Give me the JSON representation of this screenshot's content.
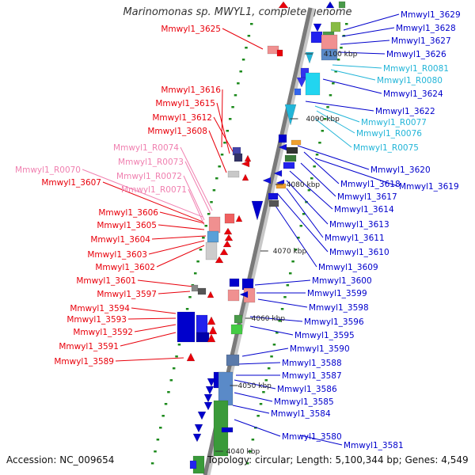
{
  "title": "Marinomonas sp. MWYL1, complete genome",
  "footer": {
    "accession": "Accession: NC_009654",
    "topology": "Topology: circular; Length: 5,100,344 bp; Genes: 4,549"
  },
  "colors": {
    "left_gene": "#e8000b",
    "left_rna": "#f080b0",
    "right_gene": "#0000cc",
    "right_rna": "#22b5d8",
    "backbone": "#808080"
  },
  "kbp_marks": [
    "4100 kbp",
    "4090 kbp",
    "4080 kbp",
    "4070 kbp",
    "4060 kbp",
    "4050 kbp",
    "4040 kbp"
  ],
  "left_labels": [
    {
      "text": "Mmwyl1_3625",
      "type": "gene"
    },
    {
      "text": "Mmwyl1_3616",
      "type": "gene"
    },
    {
      "text": "Mmwyl1_3615",
      "type": "gene"
    },
    {
      "text": "Mmwyl1_3612",
      "type": "gene"
    },
    {
      "text": "Mmwyl1_3608",
      "type": "gene"
    },
    {
      "text": "Mmwyl1_R0074",
      "type": "rna"
    },
    {
      "text": "Mmwyl1_R0073",
      "type": "rna"
    },
    {
      "text": "Mmwyl1_R0070",
      "type": "rna"
    },
    {
      "text": "Mmwyl1_R0072",
      "type": "rna"
    },
    {
      "text": "Mmwyl1_3607",
      "type": "gene"
    },
    {
      "text": "Mmwyl1_R0071",
      "type": "rna"
    },
    {
      "text": "Mmwyl1_3606",
      "type": "gene"
    },
    {
      "text": "Mmwyl1_3605",
      "type": "gene"
    },
    {
      "text": "Mmwyl1_3604",
      "type": "gene"
    },
    {
      "text": "Mmwyl1_3603",
      "type": "gene"
    },
    {
      "text": "Mmwyl1_3602",
      "type": "gene"
    },
    {
      "text": "Mmwyl1_3601",
      "type": "gene"
    },
    {
      "text": "Mmwyl1_3597",
      "type": "gene"
    },
    {
      "text": "Mmwyl1_3594",
      "type": "gene"
    },
    {
      "text": "Mmwyl1_3593",
      "type": "gene"
    },
    {
      "text": "Mmwyl1_3592",
      "type": "gene"
    },
    {
      "text": "Mmwyl1_3591",
      "type": "gene"
    },
    {
      "text": "Mmwyl1_3589",
      "type": "gene"
    }
  ],
  "right_labels": [
    {
      "text": "Mmwyl1_3629",
      "type": "gene"
    },
    {
      "text": "Mmwyl1_3628",
      "type": "gene"
    },
    {
      "text": "Mmwyl1_3627",
      "type": "gene"
    },
    {
      "text": "Mmwyl1_3626",
      "type": "gene"
    },
    {
      "text": "Mmwyl1_R0081",
      "type": "rna"
    },
    {
      "text": "Mmwyl1_R0080",
      "type": "rna"
    },
    {
      "text": "Mmwyl1_3624",
      "type": "gene"
    },
    {
      "text": "Mmwyl1_3622",
      "type": "gene"
    },
    {
      "text": "Mmwyl1_R0077",
      "type": "rna"
    },
    {
      "text": "Mmwyl1_R0076",
      "type": "rna"
    },
    {
      "text": "Mmwyl1_R0075",
      "type": "rna"
    },
    {
      "text": "Mmwyl1_3620",
      "type": "gene"
    },
    {
      "text": "Mmwyl1_3618",
      "type": "gene"
    },
    {
      "text": "Mmwyl1_3619",
      "type": "gene"
    },
    {
      "text": "Mmwyl1_3617",
      "type": "gene"
    },
    {
      "text": "Mmwyl1_3614",
      "type": "gene"
    },
    {
      "text": "Mmwyl1_3613",
      "type": "gene"
    },
    {
      "text": "Mmwyl1_3611",
      "type": "gene"
    },
    {
      "text": "Mmwyl1_3610",
      "type": "gene"
    },
    {
      "text": "Mmwyl1_3609",
      "type": "gene"
    },
    {
      "text": "Mmwyl1_3600",
      "type": "gene"
    },
    {
      "text": "Mmwyl1_3599",
      "type": "gene"
    },
    {
      "text": "Mmwyl1_3598",
      "type": "gene"
    },
    {
      "text": "Mmwyl1_3596",
      "type": "gene"
    },
    {
      "text": "Mmwyl1_3595",
      "type": "gene"
    },
    {
      "text": "Mmwyl1_3590",
      "type": "gene"
    },
    {
      "text": "Mmwyl1_3588",
      "type": "gene"
    },
    {
      "text": "Mmwyl1_3587",
      "type": "gene"
    },
    {
      "text": "Mmwyl1_3586",
      "type": "gene"
    },
    {
      "text": "Mmwyl1_3585",
      "type": "gene"
    },
    {
      "text": "Mmwyl1_3584",
      "type": "gene"
    },
    {
      "text": "Mmwyl1_3580",
      "type": "gene"
    },
    {
      "text": "Mmwyl1_3581",
      "type": "gene"
    }
  ]
}
